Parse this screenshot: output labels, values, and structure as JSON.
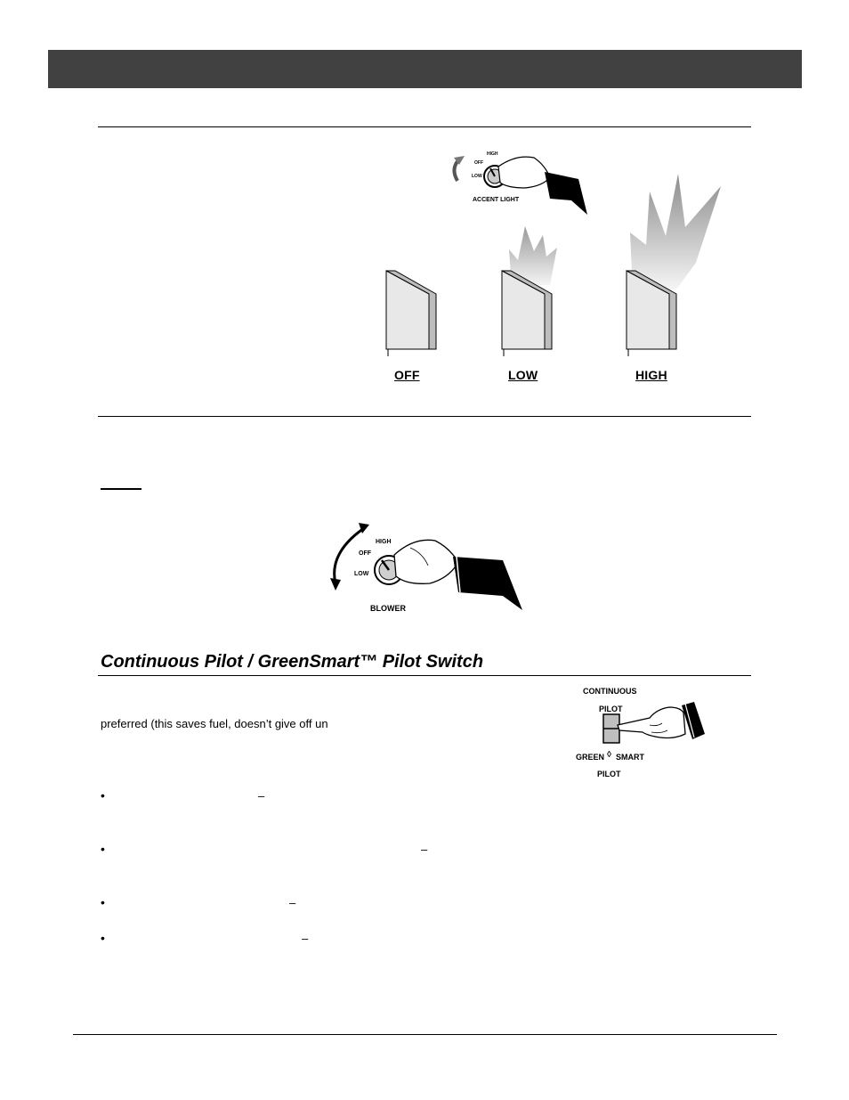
{
  "accent_light": {
    "dial_labels": [
      "HIGH",
      "OFF",
      "LOW"
    ],
    "caption": "ACCENT LIGHT"
  },
  "flame_levels": [
    "OFF",
    "LOW",
    "HIGH"
  ],
  "blower": {
    "dial_labels": [
      "HIGH",
      "OFF",
      "LOW"
    ],
    "caption": "BLOWER"
  },
  "pilot_section": {
    "title": "Continuous Pilot / GreenSmart™ Pilot Switch",
    "partial_text": "preferred (this saves fuel, doesn’t give off un",
    "switch_labels": {
      "top": "CONTINUOUS",
      "pilot_top": "PILOT",
      "bottom": "GREEN",
      "bottom_right": "SMART",
      "pilot_bottom": "PILOT"
    },
    "bullets": [
      {
        "dash": "–"
      },
      {
        "dash": "–"
      },
      {
        "dash": "–"
      },
      {
        "dash": "–"
      }
    ]
  }
}
